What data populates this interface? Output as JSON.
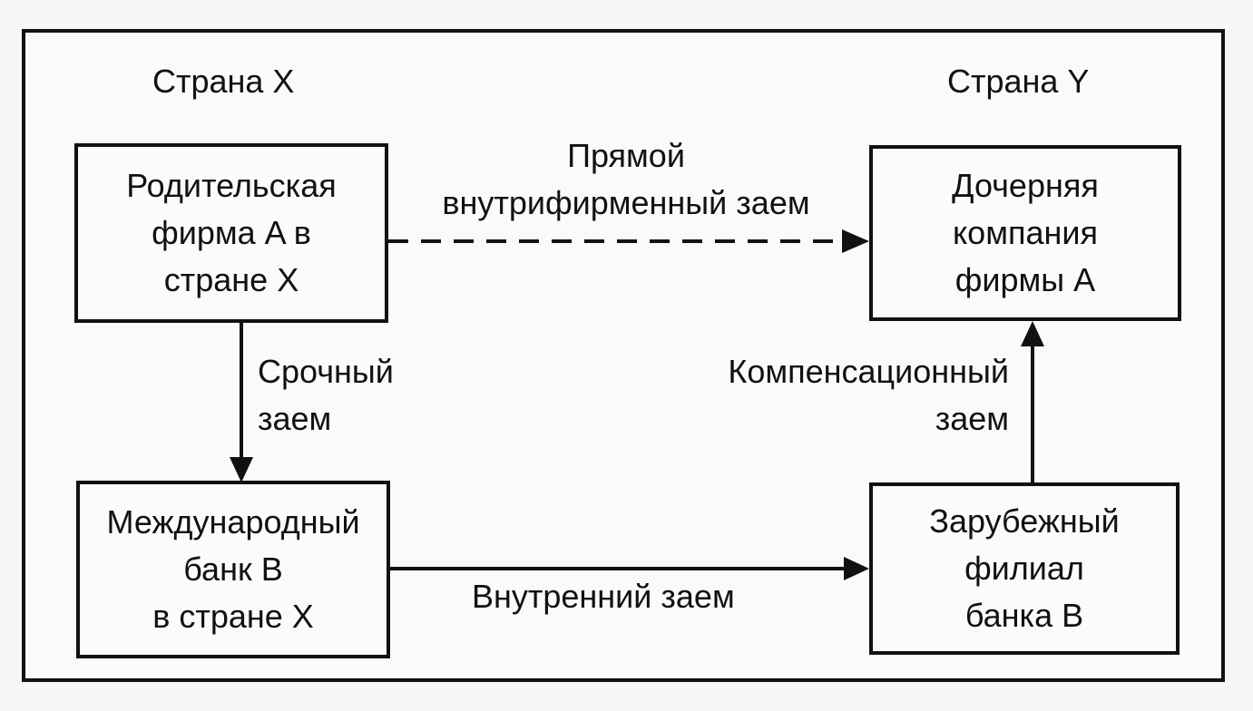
{
  "countries": {
    "left": "Страна X",
    "right": "Страна Y"
  },
  "nodes": {
    "parent_firm": [
      "Родительская",
      "фирма A в",
      "стране X"
    ],
    "subsidiary": [
      "Дочерняя",
      "компания",
      "фирмы A"
    ],
    "intl_bank": [
      "Международный",
      "банк B",
      "в стране X"
    ],
    "foreign_branch": [
      "Зарубежный",
      "филиал",
      "банка B"
    ]
  },
  "edges": {
    "direct_loan": [
      "Прямой",
      "внутрифирменный заем"
    ],
    "term_loan": [
      "Срочный",
      "заем"
    ],
    "compensating_loan": [
      "Компенсационный",
      "заем"
    ],
    "internal_loan": "Внутренний заем"
  }
}
